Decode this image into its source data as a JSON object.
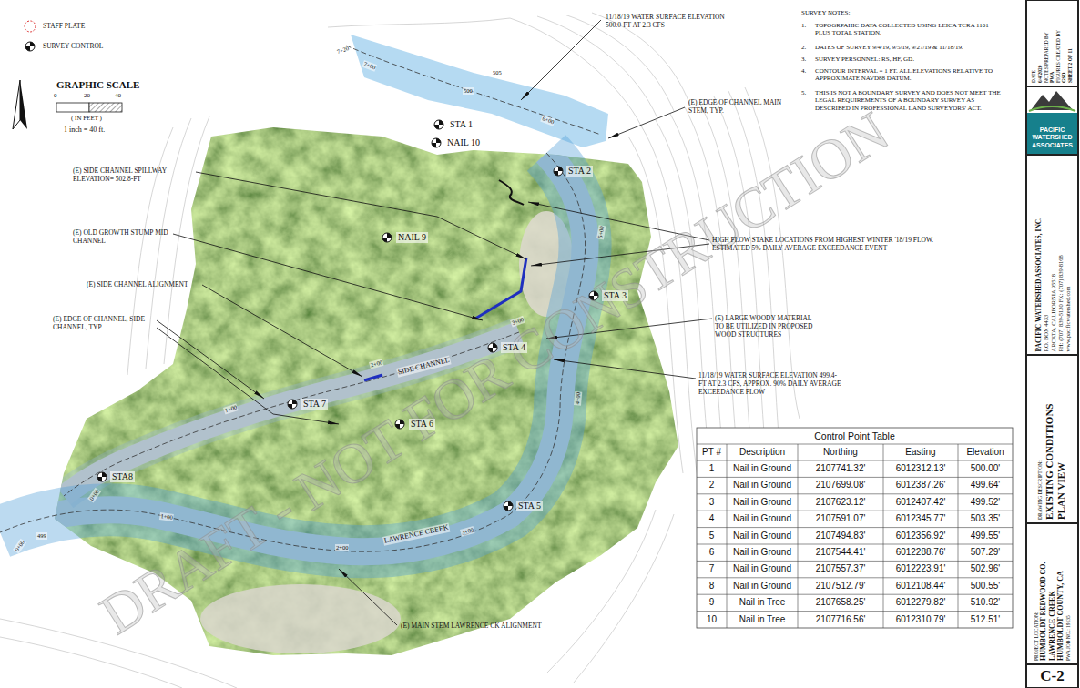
{
  "diagram": {
    "nodes": [
      {
        "text": [
          "DATE",
          "6/4/2020",
          "NOTES PREPARED BY",
          "PWA",
          "FIGURES CREATED BY",
          "GSO",
          "SHEET 2 OF 11"
        ]
      },
      {
        "text": [
          "PACIFIC WATERSHED ASSOCIATES"
        ]
      },
      {
        "text": [
          "PACIFIC WATERSHED ASSOCIATES, INC.",
          "P.O. BOX 4433",
          "ARCATA, CALIFORNIA 95518",
          "PH: (707) 839-5130 FX: (707) 839-8168",
          "www.pacificwatershed.com"
        ]
      },
      {
        "text": [
          "DRAWING DESCRIPTION:",
          "EXISTING CONDITIONS PLAN VIEW"
        ]
      },
      {
        "text": [
          "PROJECT LOCATION:",
          "HUMBOLDT REDWOOD CO.",
          "LAWRENCE CREEK",
          "HUMBOLDT COUNTY, CA",
          "PWA JOB NO.: 19135"
        ]
      },
      {
        "text": [
          "C-2"
        ]
      }
    ],
    "labels": [
      "GRAPHIC SCALE",
      "0",
      "20",
      "40",
      "( IN FEET )",
      "1 inch = 40 ft.",
      "SURVEY NOTES:",
      "1.",
      "TOPOGRPAHIC DATA COLLECTED USING LEICA TCRA 1101 PLUS TOTAL STATION.",
      "2.",
      "DATES OF SURVEY 9/4/19, 9/5/19, 9/27/19 & 11/18/19.",
      "3.",
      "SURVEY PERSONNEL: RS, HF, GD.",
      "4.",
      "CONTOUR INTERVAL = 1 FT. ALL ELEVATIONS RELATIVE TO APPROXIMATE NAVD88 DATUM.",
      "5.",
      "THIS IS NOT A BOUNDARY SURVEY AND DOES NOT MEET THE LEGAL REQUIREMENTS OF A BOUNDARY SURVEY AS DESCRIBED IN PROFESSIONAL LAND SURVEYORS' ACT.",
      "11/18/19 WATER SURFACE ELEVATION 500.0-FT AT 2.3 CFS",
      "(E) EDGE OF CHANNEL MAIN STEM, TYP.",
      "(E) SIDE CHANNEL SPILLWAY ELEVATION= 502.8-FT",
      "(E) OLD GROWTH STUMP MID CHANNEL",
      "(E) SIDE CHANNEL ALIGNMENT",
      "(E) EDGE OF CHANNEL, SIDE CHANNEL, TYP.",
      "HIGH FLOW STAKE LOCATIONS FROM HIGHEST WINTER '18/19 FLOW. ESTIMATED 5% DAILY AVERAGE EXCEEDANCE EVENT",
      "(E) LARGE WOODY MATERIAL TO BE UTILIZED IN PROPOSED WOOD STRUCTURES",
      "11/18/19 WATER SURFACE ELEVATION 499.4-FT AT 2.3 CFS, APPROX. 90% DAILY AVERAGE EXCEEDANCE FLOW",
      "(E) MAIN STEM LAWRENCE CK ALIGNMENT",
      "STA 1",
      "NAIL 10",
      "STA 2",
      "NAIL 9",
      "STA 3",
      "STA 4",
      "STA 7",
      "STA 6",
      "STA8",
      "STA 5",
      "SIDE CHANNEL",
      "LAWRENCE CREEK",
      "7+20",
      "7+00",
      "6+00",
      "5+00",
      "4+00",
      "3+00",
      "2+00",
      "1+00",
      "0+00",
      "0+00",
      "1+00",
      "2+00",
      "3+00",
      "505",
      "500",
      "499",
      "DRAFT - NOT FOR CONSTRUCTION",
      "Control Point Table",
      "PT #",
      "Description",
      "Northing",
      "Easting",
      "Elevation",
      "1",
      "Nail in Ground",
      "2107741.32'",
      "6012312.13'",
      "500.00'",
      "2",
      "Nail in Ground",
      "2107699.08'",
      "6012387.26'",
      "499.64'",
      "3",
      "Nail in Ground",
      "2107623.12'",
      "6012407.42'",
      "499.52'",
      "4",
      "Nail in Ground",
      "2107591.07'",
      "6012345.77'",
      "503.35'",
      "5",
      "Nail in Ground",
      "2107494.83'",
      "6012356.92'",
      "499.55'",
      "6",
      "Nail in Ground",
      "2107544.41'",
      "6012288.76'",
      "507.29'",
      "7",
      "Nail in Ground",
      "2107557.37'",
      "6012223.91'",
      "502.96'",
      "8",
      "Nail in Ground",
      "2107512.79'",
      "6012108.44'",
      "500.55'",
      "9",
      "Nail in Tree",
      "2107658.25'",
      "6012279.82'",
      "510.92'",
      "10",
      "Nail in Tree",
      "2107716.56'",
      "6012310.79'",
      "512.51'"
    ],
    "legend": [
      {
        "text": "STAFF PLATE"
      },
      {
        "text": "SURVEY CONTROL"
      }
    ]
  }
}
